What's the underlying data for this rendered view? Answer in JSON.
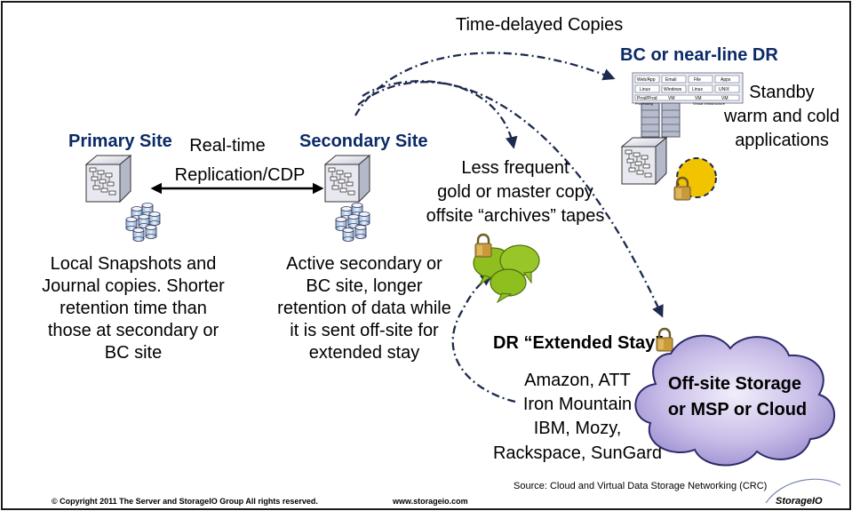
{
  "time_delayed_label": "Time-delayed Copies",
  "primary_site": {
    "title": "Primary Site",
    "note": [
      "Local Snapshots and",
      "Journal copies. Shorter",
      "retention time than",
      "those at secondary or",
      "BC site"
    ]
  },
  "replication_label": [
    "Real-time",
    "Replication/CDP"
  ],
  "secondary_site": {
    "title": "Secondary Site",
    "note": [
      "Active secondary or",
      "BC site, longer",
      "retention of data while",
      "it is sent off-site for",
      "extended stay"
    ]
  },
  "gold_copy": [
    "Less frequent",
    "gold or master copy",
    "offsite “archives” tapes"
  ],
  "bc_dr": {
    "title": "BC or near-line DR",
    "standby": [
      "Standby",
      "warm and cold",
      "applications"
    ],
    "rack_labels": [
      "Web/App",
      "Email",
      "File",
      "Apps",
      "Linux",
      "Windows",
      "Linux",
      "UNIX",
      "Prod/Prod",
      "VM",
      "VM",
      "VM",
      "Processing",
      "Virtual Infrastructure"
    ]
  },
  "extended_stay": "DR “Extended Stay”",
  "providers": [
    "Amazon, ATT",
    "Iron Mountain",
    "IBM, Mozy,",
    "Rackspace, SunGard"
  ],
  "cloud_label": [
    "Off-site Storage",
    "or MSP or Cloud"
  ],
  "footer": {
    "copyright": "© Copyright 2011 The Server and StorageIO Group All rights reserved.",
    "url": "www.storageio.com",
    "source": "Source: Cloud and Virtual Data Storage Networking (CRC)",
    "logo": "StorageIO"
  },
  "colors": {
    "frame": "#1a1a1a",
    "connector": "#1c2a4f",
    "title_text": "#0b2a66",
    "cloud_fill": "#c9bde8",
    "tape_fill": "#8fbf1f",
    "padlock": "#c99a3a",
    "cube": "#d9dbe6"
  }
}
